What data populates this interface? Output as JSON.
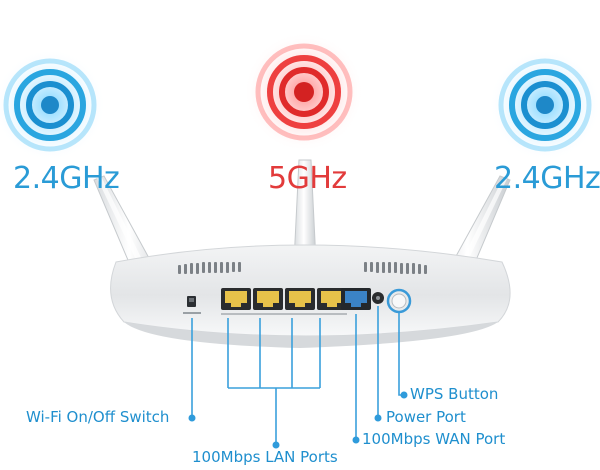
{
  "frequency_labels": {
    "left": "2.4GHz",
    "center": "5GHz",
    "right": "2.4GHz"
  },
  "colors": {
    "band_2_4": "#2a9bd6",
    "band_5": "#e23b3b",
    "callout": "#1f8fce"
  },
  "callouts": {
    "wps_button": "WPS Button",
    "wifi_switch": "Wi-Fi On/Off Switch",
    "power_port": "Power Port",
    "lan_ports": "100Mbps LAN Ports",
    "wan_port": "100Mbps WAN Port"
  }
}
